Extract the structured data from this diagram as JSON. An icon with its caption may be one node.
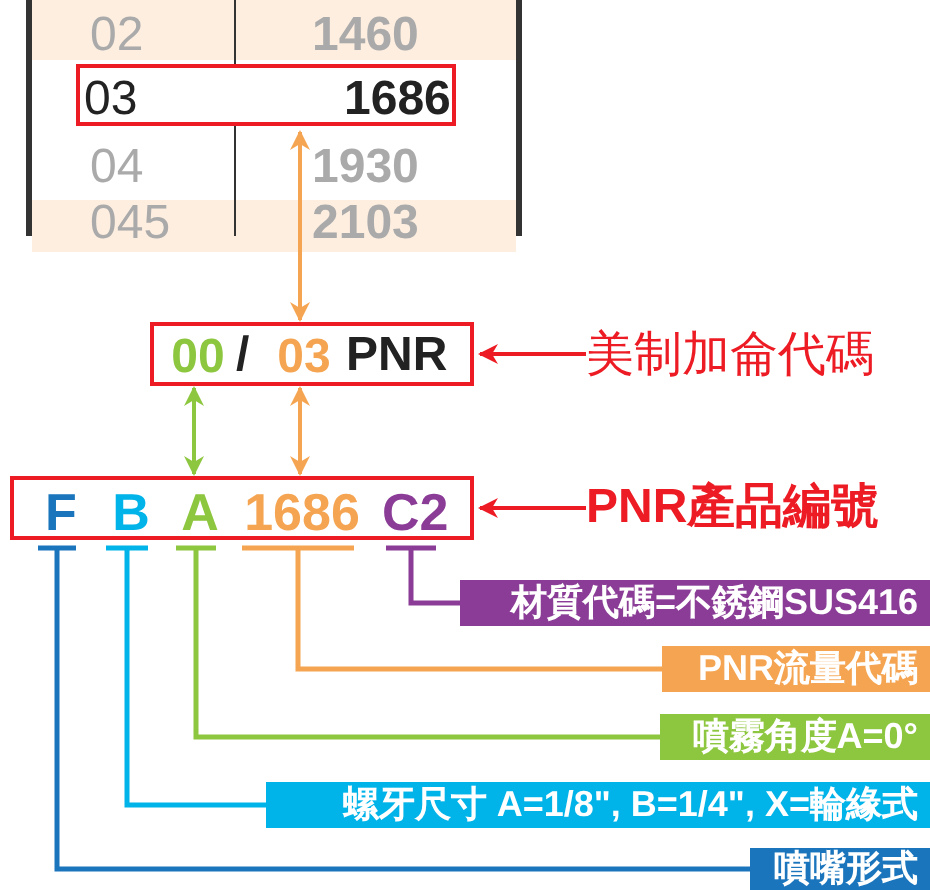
{
  "diagram": {
    "nodes": [
      {
        "text": [
          "03",
          "1686"
        ]
      },
      {
        "text": [
          "/",
          "PNR"
        ]
      },
      {
        "text": [
          "00"
        ],
        "in": 1
      },
      {
        "text": [
          "03"
        ],
        "in": 1
      },
      {
        "text": [
          "美制加侖代碼"
        ]
      },
      {
        "text": [],
        "shape": "box"
      },
      {
        "text": [
          "F"
        ],
        "in": 5
      },
      {
        "text": [
          "B"
        ],
        "in": 5
      },
      {
        "text": [
          "A"
        ],
        "in": 5
      },
      {
        "text": [
          "1686"
        ],
        "in": 5
      },
      {
        "text": [
          "C2"
        ],
        "in": 5
      },
      {
        "text": [
          "PNR產品編號"
        ]
      },
      {
        "text": [
          "材質代碼=不銹鋼SUS416"
        ]
      },
      {
        "text": [
          "PNR流量代碼"
        ]
      },
      {
        "text": [
          "噴霧角度A=0°"
        ]
      },
      {
        "text": [
          "螺牙尺寸 A=1/8\", B=1/4\", X=輪緣式"
        ]
      },
      {
        "text": [
          "噴嘴形式"
        ]
      }
    ],
    "edges": [
      {
        "from": 4,
        "to": 1,
        "arrow": "to",
        "color": "#ed1c24"
      },
      {
        "from": 3,
        "to": 0,
        "arrow": "both",
        "color": "#f5a552"
      },
      {
        "from": 2,
        "to": 8,
        "arrow": "both",
        "color": "#8dc63f"
      },
      {
        "from": 3,
        "to": 9,
        "arrow": "both",
        "color": "#f5a552"
      },
      {
        "from": 11,
        "to": 5,
        "arrow": "to",
        "color": "#ed1c24"
      },
      {
        "from": 10,
        "to": 12,
        "arrow": "none",
        "color": "#8a3c96"
      },
      {
        "from": 9,
        "to": 13,
        "arrow": "none",
        "color": "#f5a552"
      },
      {
        "from": 8,
        "to": 14,
        "arrow": "none",
        "color": "#8dc63f"
      },
      {
        "from": 7,
        "to": 15,
        "arrow": "none",
        "color": "#00b3e8"
      },
      {
        "from": 6,
        "to": 16,
        "arrow": "none",
        "color": "#1a75bc"
      }
    ],
    "labels": [
      "02",
      "1460",
      "04",
      "1930",
      "045",
      "2103"
    ]
  }
}
